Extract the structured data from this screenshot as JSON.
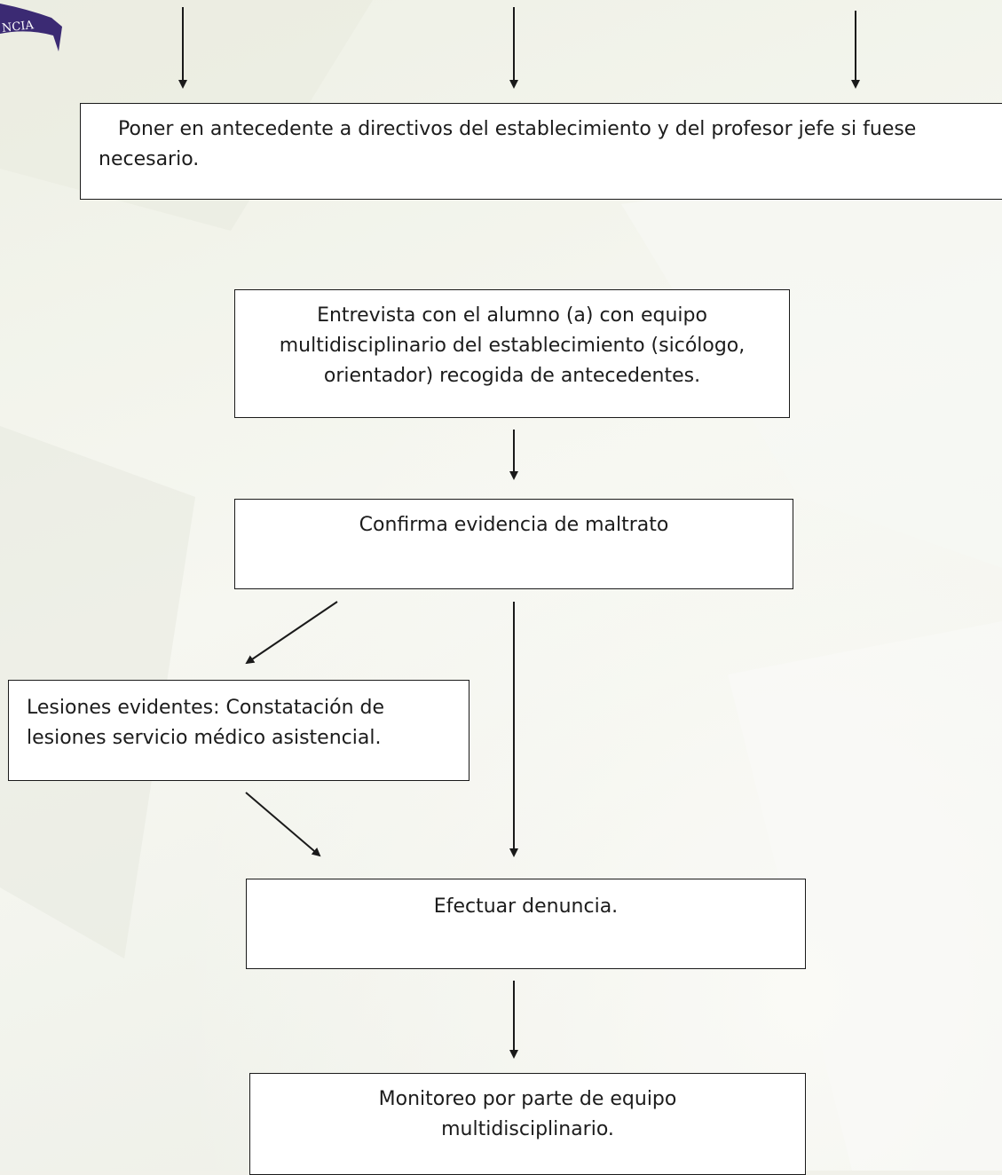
{
  "logo": {
    "text": "NCIA"
  },
  "nodes": {
    "antecedentes": "Poner en antecedente a directivos del establecimiento y del profesor jefe si fuese necesario.",
    "entrevista": "Entrevista con el alumno (a) con equipo multidisciplinario del establecimiento  (sicólogo, orientador) recogida de antecedentes.",
    "confirma": "Confirma evidencia de maltrato",
    "lesiones": "Lesiones evidentes: Constatación de lesiones servicio médico asistencial.",
    "denuncia": "Efectuar denuncia.",
    "monitoreo": "Monitoreo por parte de equipo multidisciplinario."
  },
  "colors": {
    "line": "#1a1a1a",
    "box_fill": "#ffffff",
    "logo_banner": "#3b2a73"
  }
}
